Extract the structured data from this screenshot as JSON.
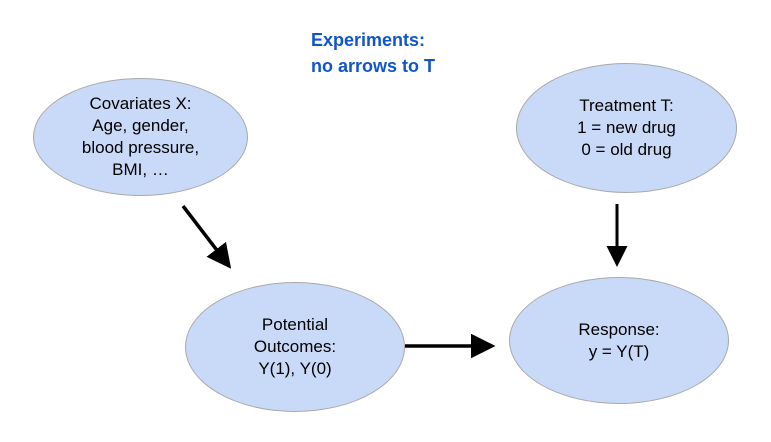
{
  "title": {
    "line1": "Experiments:",
    "line2": "no arrows to T"
  },
  "nodes": {
    "covariates": {
      "lines": [
        "Covariates X:",
        "Age, gender,",
        "blood pressure,",
        "BMI, …"
      ]
    },
    "treatment": {
      "lines": [
        "Treatment T:",
        "1 = new drug",
        "0 = old drug"
      ]
    },
    "outcomes": {
      "lines": [
        "Potential",
        "Outcomes:",
        "Y(1), Y(0)"
      ]
    },
    "response": {
      "lines": [
        "Response:",
        "y = Y(T)"
      ]
    }
  },
  "edges": [
    {
      "from": "covariates",
      "to": "outcomes"
    },
    {
      "from": "outcomes",
      "to": "response"
    },
    {
      "from": "treatment",
      "to": "response"
    }
  ],
  "colors": {
    "background": "#ffffff",
    "node_fill": "#c9daf8",
    "node_border": "#a9a9a9",
    "node_text": "#000000",
    "arrow": "#000000",
    "title": "#1155cc"
  }
}
